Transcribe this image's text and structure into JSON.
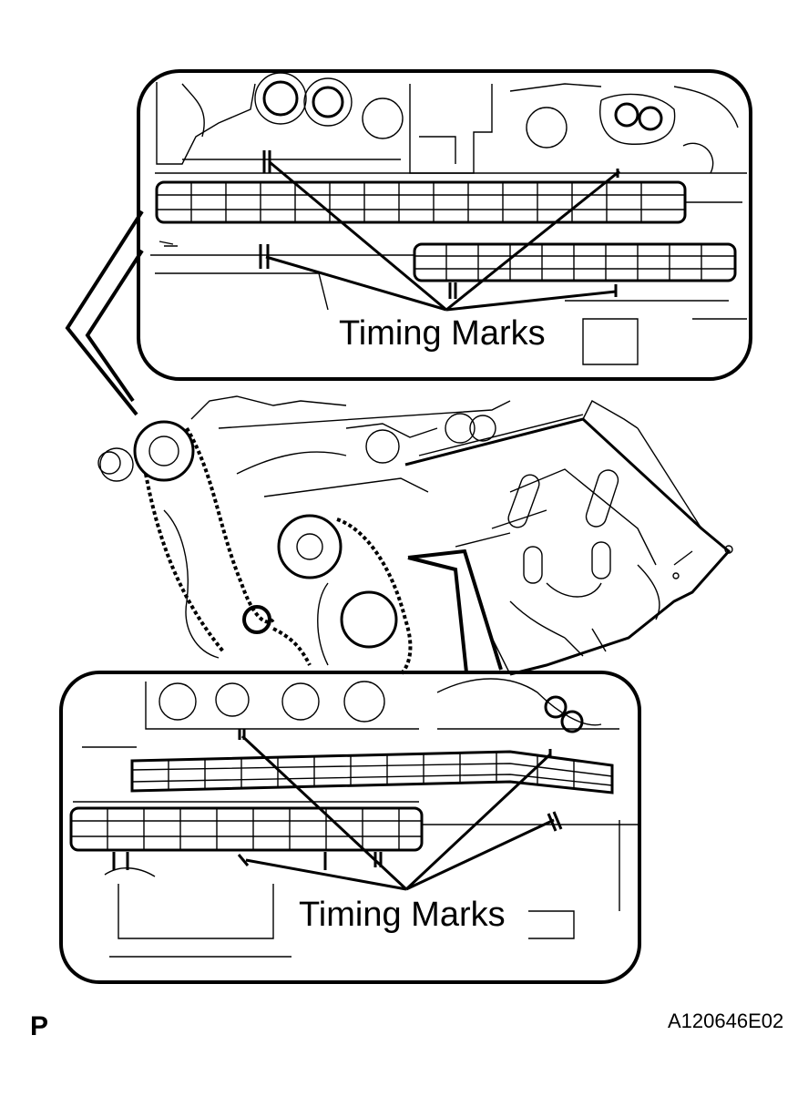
{
  "callouts": {
    "top": {
      "label": "Timing Marks"
    },
    "bottom": {
      "label": "Timing Marks"
    }
  },
  "footer": {
    "view_marker": "P",
    "figure_id": "A120646E02"
  }
}
